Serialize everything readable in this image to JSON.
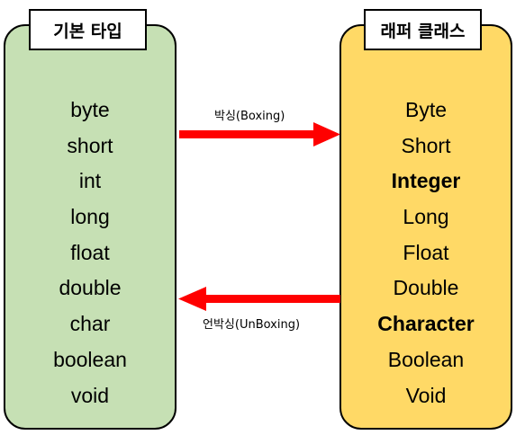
{
  "colors": {
    "primitive_fill": "#c6e0b4",
    "wrapper_fill": "#ffd966",
    "arrow": "#ff0000",
    "border": "#000000"
  },
  "primitive": {
    "title": "기본 타입",
    "items": [
      {
        "label": "byte",
        "bold": false
      },
      {
        "label": "short",
        "bold": false
      },
      {
        "label": "int",
        "bold": false
      },
      {
        "label": "long",
        "bold": false
      },
      {
        "label": "float",
        "bold": false
      },
      {
        "label": "double",
        "bold": false
      },
      {
        "label": "char",
        "bold": false
      },
      {
        "label": "boolean",
        "bold": false
      },
      {
        "label": "void",
        "bold": false
      }
    ]
  },
  "wrapper": {
    "title": "래퍼 클래스",
    "items": [
      {
        "label": "Byte",
        "bold": false
      },
      {
        "label": "Short",
        "bold": false
      },
      {
        "label": "Integer",
        "bold": true
      },
      {
        "label": "Long",
        "bold": false
      },
      {
        "label": "Float",
        "bold": false
      },
      {
        "label": "Double",
        "bold": false
      },
      {
        "label": "Character",
        "bold": true
      },
      {
        "label": "Boolean",
        "bold": false
      },
      {
        "label": "Void",
        "bold": false
      }
    ]
  },
  "arrows": {
    "boxing_label": "박싱(Boxing)",
    "unboxing_label": "언박싱(UnBoxing)"
  }
}
